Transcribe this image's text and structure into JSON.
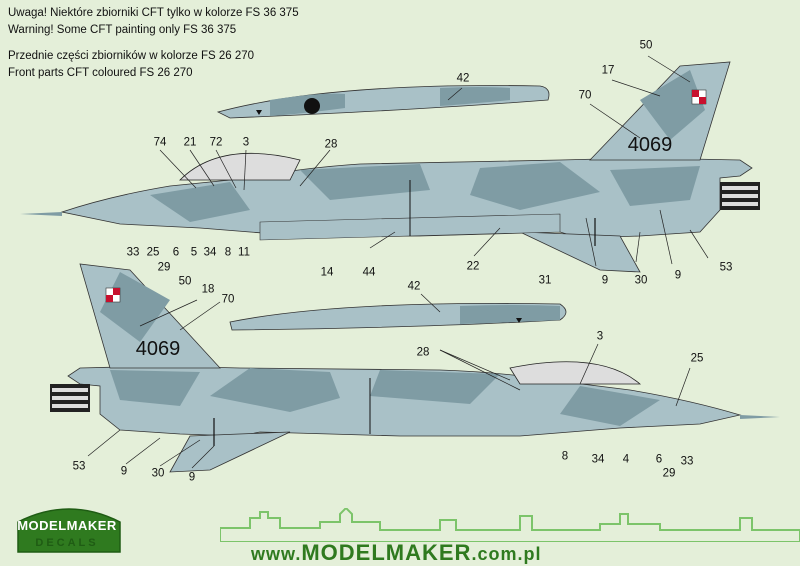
{
  "notes": {
    "line1": "Uwaga! Niektóre zbiorniki CFT tylko w kolorze FS 36 375",
    "line2": "Warning! Some CFT painting only FS 36 375",
    "line3": "Przednie części zbiorników w kolorze FS 26 270",
    "line4": "Front parts CFT coloured FS 26 270"
  },
  "tail_number_top": "4069",
  "tail_number_bottom": "4069",
  "callouts_top": [
    "50",
    "17",
    "70",
    "42",
    "74",
    "21",
    "72",
    "3",
    "28",
    "33",
    "25",
    "6",
    "5",
    "34",
    "8",
    "11",
    "29",
    "14",
    "44",
    "22",
    "31",
    "9",
    "30",
    "9",
    "53"
  ],
  "callouts_bottom": [
    "50",
    "18",
    "70",
    "42",
    "3",
    "28",
    "25",
    "53",
    "9",
    "30",
    "9",
    "8",
    "34",
    "4",
    "6",
    "29",
    "33"
  ],
  "logo": {
    "line1": "MODELMAKER",
    "line2": "DECALS"
  },
  "footer_url": {
    "prefix": "www.",
    "brand": "MODELMAKER",
    "suffix": ".com.pl"
  },
  "colors": {
    "background": "#e4efd9",
    "dark_grey": "#7f9ca4",
    "light_grey": "#a9c1c7",
    "brand_green": "#2f7a1f"
  }
}
